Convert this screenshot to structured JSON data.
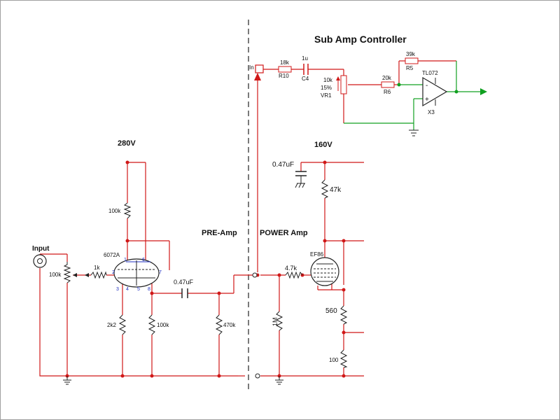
{
  "diagram": {
    "title": "Sub Amp Controller",
    "sections": {
      "pre_amp": "PRE-Amp",
      "power_amp": "POWER Amp"
    },
    "supplies": {
      "v280": "280V",
      "v160": "160V"
    },
    "input": {
      "label": "Input",
      "pot": "100k"
    },
    "preamp": {
      "tube": "6072A",
      "grid_resistor": "1k",
      "plate_resistor": "100k",
      "cathode_resistor": "2k2",
      "cathode2_resistor": "100k",
      "coupling_cap": "0.47uF",
      "grid_leak": "470k",
      "pins": {
        "p1": "1",
        "p6": "6",
        "p2": "2",
        "p7": "7",
        "p3": "3",
        "p4": "4",
        "p5": "5",
        "p8": "8"
      }
    },
    "poweramp": {
      "tube": "EF86",
      "grid_resistor": "4.7k",
      "grid_leak": "1M",
      "decoupling_cap": "0.47uF",
      "plate_resistor": "47k",
      "cathode_resistor": "560",
      "cathode_resistor2": "100"
    },
    "controller": {
      "in_label": "In",
      "r10_value": "18k",
      "r10_name": "R10",
      "c4_value": "1u",
      "c4_name": "C4",
      "vr1_value": "10k",
      "vr1_tol": "15%",
      "vr1_name": "VR1",
      "r6_value": "20k",
      "r6_name": "R6",
      "r5_value": "39k",
      "r5_name": "R5",
      "opamp": "TL072",
      "opamp_ref": "X3",
      "minus": "-",
      "plus": "+"
    },
    "colors": {
      "wire": "#d01818",
      "controller_wire": "#10a020",
      "component": "#202020"
    }
  }
}
